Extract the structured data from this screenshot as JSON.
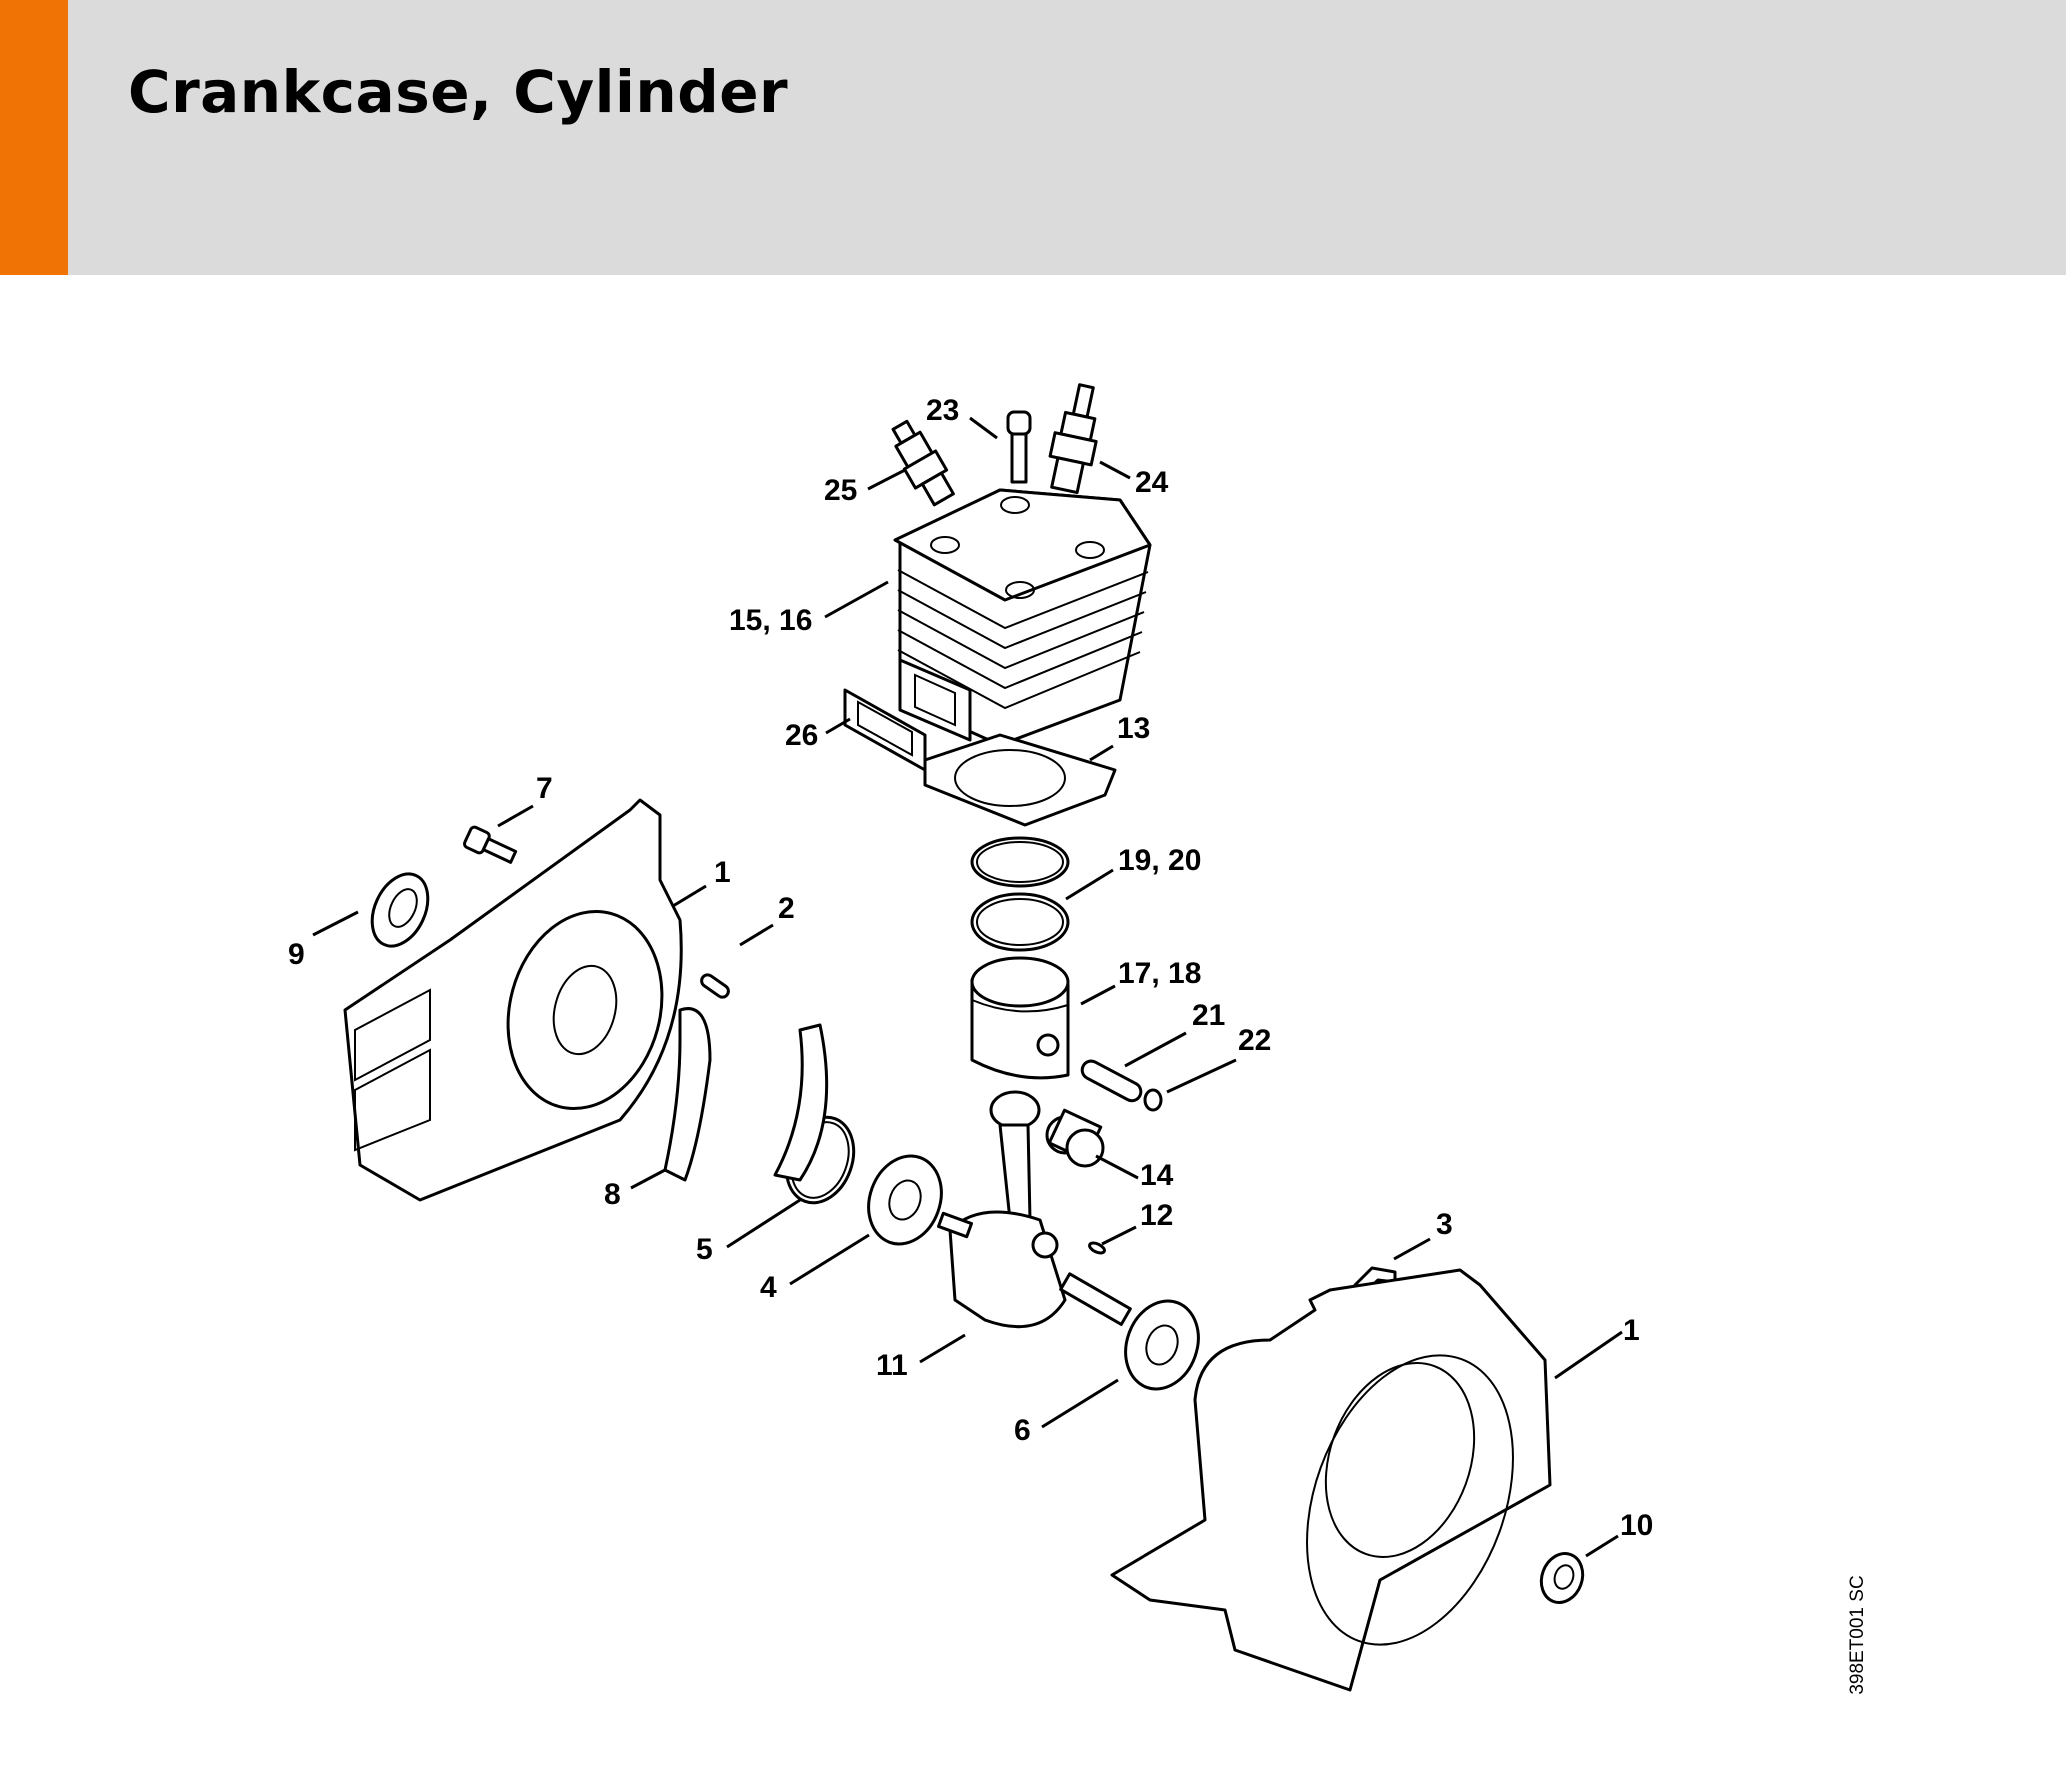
{
  "header": {
    "title": "Crankcase, Cylinder",
    "accent_color": "#f07305",
    "background_color": "#dadbda"
  },
  "diagram": {
    "reference_code": "398ET001 SC",
    "callouts": [
      {
        "id": "c23",
        "label": "23",
        "part": "screw"
      },
      {
        "id": "c24",
        "label": "24",
        "part": "spark-plug"
      },
      {
        "id": "c25",
        "label": "25",
        "part": "decompression-valve"
      },
      {
        "id": "c15-16",
        "label": "15, 16",
        "part": "cylinder"
      },
      {
        "id": "c26",
        "label": "26",
        "part": "exhaust-gasket"
      },
      {
        "id": "c13",
        "label": "13",
        "part": "cylinder-gasket"
      },
      {
        "id": "c7",
        "label": "7",
        "part": "screw"
      },
      {
        "id": "c1a",
        "label": "1",
        "part": "crankcase-left"
      },
      {
        "id": "c2",
        "label": "2",
        "part": "dowel-pin"
      },
      {
        "id": "c9",
        "label": "9",
        "part": "oil-seal"
      },
      {
        "id": "c19-20",
        "label": "19, 20",
        "part": "piston-rings"
      },
      {
        "id": "c17-18",
        "label": "17, 18",
        "part": "piston"
      },
      {
        "id": "c21",
        "label": "21",
        "part": "piston-pin"
      },
      {
        "id": "c22",
        "label": "22",
        "part": "snap-ring"
      },
      {
        "id": "c14",
        "label": "14",
        "part": "needle-cage"
      },
      {
        "id": "c12",
        "label": "12",
        "part": "key"
      },
      {
        "id": "c8",
        "label": "8",
        "part": "gasket"
      },
      {
        "id": "c5",
        "label": "5",
        "part": "circlip"
      },
      {
        "id": "c4",
        "label": "4",
        "part": "ball-bearing"
      },
      {
        "id": "c3",
        "label": "3",
        "part": "elbow-connector"
      },
      {
        "id": "c11",
        "label": "11",
        "part": "crankshaft"
      },
      {
        "id": "c1b",
        "label": "1",
        "part": "crankcase-right"
      },
      {
        "id": "c6",
        "label": "6",
        "part": "ball-bearing"
      },
      {
        "id": "c10",
        "label": "10",
        "part": "oil-seal"
      }
    ]
  }
}
